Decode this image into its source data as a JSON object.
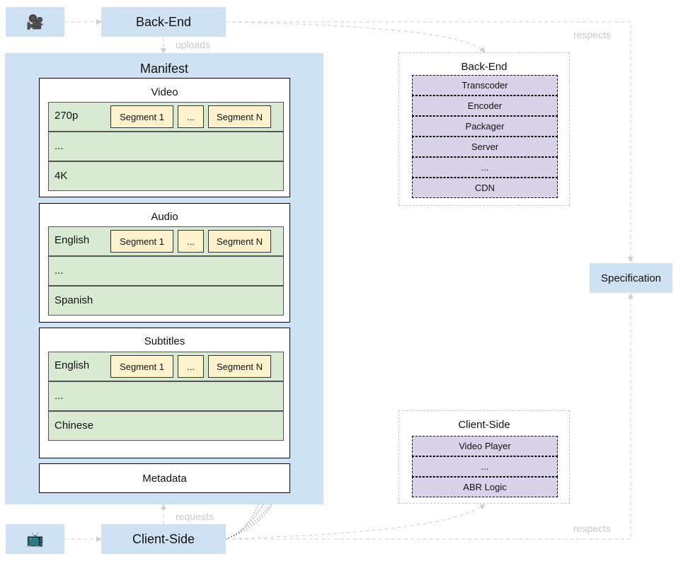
{
  "top": {
    "camera_icon": "🎥",
    "backend_label": "Back-End",
    "uploads_label": "uploads"
  },
  "bottom": {
    "tv_icon": "📺",
    "client_label": "Client-Side",
    "requests_label": "requests"
  },
  "manifest": {
    "title": "Manifest",
    "video": {
      "title": "Video",
      "rows": [
        "270p",
        "...",
        "4K"
      ]
    },
    "audio": {
      "title": "Audio",
      "rows": [
        "English",
        "...",
        "Spanish"
      ]
    },
    "subtitles": {
      "title": "Subtitles",
      "rows": [
        "English",
        "...",
        "Chinese"
      ]
    },
    "segments": [
      "Segment 1",
      "...",
      "Segment N"
    ],
    "metadata": "Metadata"
  },
  "backend_stack": {
    "title": "Back-End",
    "items": [
      "Transcoder",
      "Encoder",
      "Packager",
      "Server",
      "...",
      "CDN"
    ]
  },
  "client_stack": {
    "title": "Client-Side",
    "items": [
      "Video Player",
      "...",
      "ABR Logic"
    ]
  },
  "specification": "Specification",
  "respects_top": "respects",
  "respects_bottom": "respects"
}
